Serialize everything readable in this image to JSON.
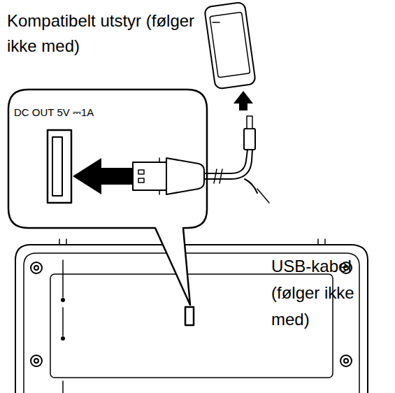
{
  "diagram": {
    "labels": [
      "Kompatibelt utstyr (følger ikke med)",
      "DC OUT 5V ⎓1A",
      "USB-kabel (følger ikke med)"
    ]
  }
}
